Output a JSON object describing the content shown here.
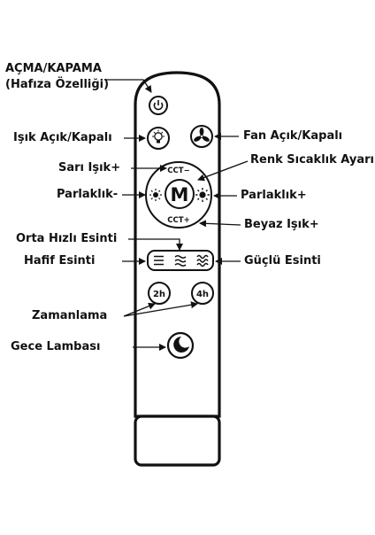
{
  "labels": {
    "power": "AÇMA/KAPAMA",
    "power_sub": "(Hafıza Özelliği)",
    "light_toggle": "Işık Açık/Kapalı",
    "fan_toggle": "Fan Açık/Kapalı",
    "yellow_light": "Sarı Işık+",
    "color_temp": "Renk Sıcaklık Ayarı",
    "brightness_down": "Parlaklık-",
    "brightness_up": "Parlaklık+",
    "white_light": "Beyaz Işık+",
    "medium_wind": "Orta Hızlı Esinti",
    "light_wind": "Hafif Esinti",
    "strong_wind": "Güçlü Esinti",
    "timer": "Zamanlama",
    "night_light": "Gece Lambası"
  },
  "buttons": {
    "cct_minus": "CCT−",
    "cct_plus": "CCT+",
    "mode": "M",
    "timer_2h": "2h",
    "timer_4h": "4h"
  },
  "icons": {
    "power": "power-icon",
    "bulb": "bulb-icon",
    "fan": "fan-icon",
    "brightness": "sun-icon",
    "wind": "wind-icon",
    "moon": "moon-icon"
  }
}
